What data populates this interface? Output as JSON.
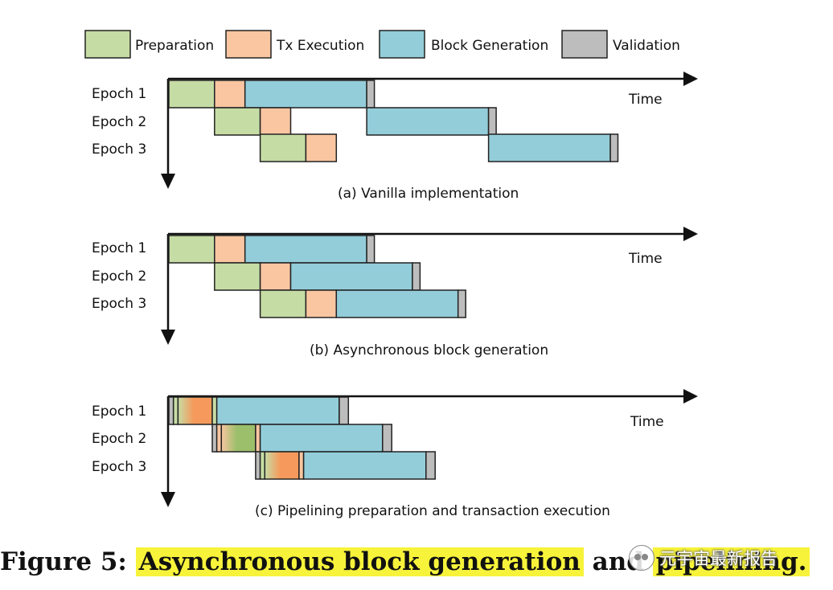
{
  "legend": [
    {
      "key": "prep",
      "label": "Preparation",
      "color": "#c6dca5"
    },
    {
      "key": "tx",
      "label": "Tx Execution",
      "color": "#f9c6a1"
    },
    {
      "key": "gen",
      "label": "Block Generation",
      "color": "#93cdd9"
    },
    {
      "key": "val",
      "label": "Validation",
      "color": "#bdbdbd"
    }
  ],
  "accent_colors": {
    "tx_pipelined": "#f59a5c",
    "prep_pipelined": "#9bbf6a",
    "highlight": "#f7f33a"
  },
  "panels": [
    {
      "id": "a",
      "caption": "(a) Vanilla implementation",
      "time_label": "Time",
      "epochs": [
        {
          "label": "Epoch 1",
          "segments": [
            [
              "prep",
              0,
              1
            ],
            [
              "tx",
              1,
              1.667
            ],
            [
              "gen",
              1.667,
              4.333
            ],
            [
              "val",
              4.333,
              4.5
            ]
          ]
        },
        {
          "label": "Epoch 2",
          "segments": [
            [
              "prep",
              1,
              2
            ],
            [
              "tx",
              2,
              2.667
            ],
            [
              "gen",
              4.333,
              7
            ],
            [
              "val",
              7,
              7.167
            ]
          ]
        },
        {
          "label": "Epoch 3",
          "segments": [
            [
              "prep",
              2,
              3
            ],
            [
              "tx",
              3,
              3.667
            ],
            [
              "gen",
              7,
              9.667
            ],
            [
              "val",
              9.667,
              9.833
            ]
          ]
        }
      ]
    },
    {
      "id": "b",
      "caption": "(b) Asynchronous block generation",
      "time_label": "Time",
      "epochs": [
        {
          "label": "Epoch 1",
          "segments": [
            [
              "prep",
              0,
              1
            ],
            [
              "tx",
              1,
              1.667
            ],
            [
              "gen",
              1.667,
              4.333
            ],
            [
              "val",
              4.333,
              4.5
            ]
          ]
        },
        {
          "label": "Epoch 2",
          "segments": [
            [
              "prep",
              1,
              2
            ],
            [
              "tx",
              2,
              2.667
            ],
            [
              "gen",
              2.667,
              5.333
            ],
            [
              "val",
              5.333,
              5.5
            ]
          ]
        },
        {
          "label": "Epoch 3",
          "segments": [
            [
              "prep",
              2,
              3
            ],
            [
              "tx",
              3,
              3.667
            ],
            [
              "gen",
              3.667,
              6.333
            ],
            [
              "val",
              6.333,
              6.5
            ]
          ]
        }
      ]
    },
    {
      "id": "c",
      "caption": "(c) Pipelining preparation and transaction execution",
      "time_label": "Time",
      "epochs": [
        {
          "label": "Epoch 1",
          "segments": [
            [
              "val",
              0,
              0.1
            ],
            [
              "prep",
              0.1,
              0.2
            ],
            [
              "grad",
              0.2,
              0.95
            ],
            [
              "prep",
              0.95,
              1.05
            ],
            [
              "gen",
              1.05,
              3.73
            ],
            [
              "val",
              3.73,
              3.93
            ]
          ]
        },
        {
          "label": "Epoch 2",
          "segments": [
            [
              "val",
              0.95,
              1.05
            ],
            [
              "tx",
              1.05,
              1.15
            ],
            [
              "grad2",
              1.15,
              1.9
            ],
            [
              "tx",
              1.9,
              2
            ],
            [
              "gen",
              2,
              4.68
            ],
            [
              "val",
              4.68,
              4.88
            ]
          ]
        },
        {
          "label": "Epoch 3",
          "segments": [
            [
              "val",
              1.9,
              2
            ],
            [
              "prep",
              2,
              2.1
            ],
            [
              "grad",
              2.1,
              2.85
            ],
            [
              "tx",
              2.85,
              2.95
            ],
            [
              "gen",
              2.95,
              5.63
            ],
            [
              "val",
              5.63,
              5.83
            ]
          ]
        }
      ]
    }
  ],
  "figure_caption": {
    "prefix": "Figure 5: ",
    "highlight1": "Asynchronous block generation",
    "middle": " and ",
    "highlight2": "pipelining."
  },
  "watermark": "元宇宙最新报告"
}
